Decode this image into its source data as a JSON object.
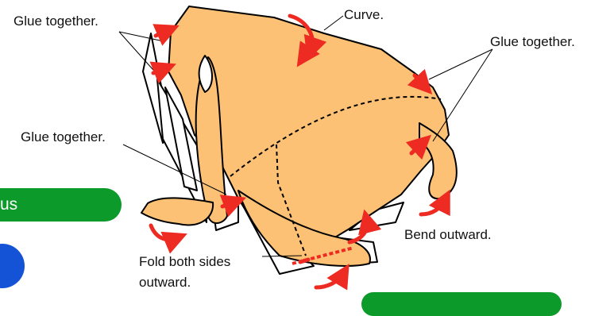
{
  "labels": {
    "glue_top_left": "Glue together.",
    "curve": "Curve.",
    "glue_top_right": "Glue together.",
    "glue_mid_left": "Glue together.",
    "bend_outward": "Bend outward.",
    "fold_line1": "Fold both sides",
    "fold_line2": "outward."
  },
  "left_tab": {
    "text": "us"
  },
  "colors": {
    "paper": "#fcc174",
    "arrow": "#ee2b22",
    "green": "#0c9a2a",
    "blue": "#1453d6"
  }
}
